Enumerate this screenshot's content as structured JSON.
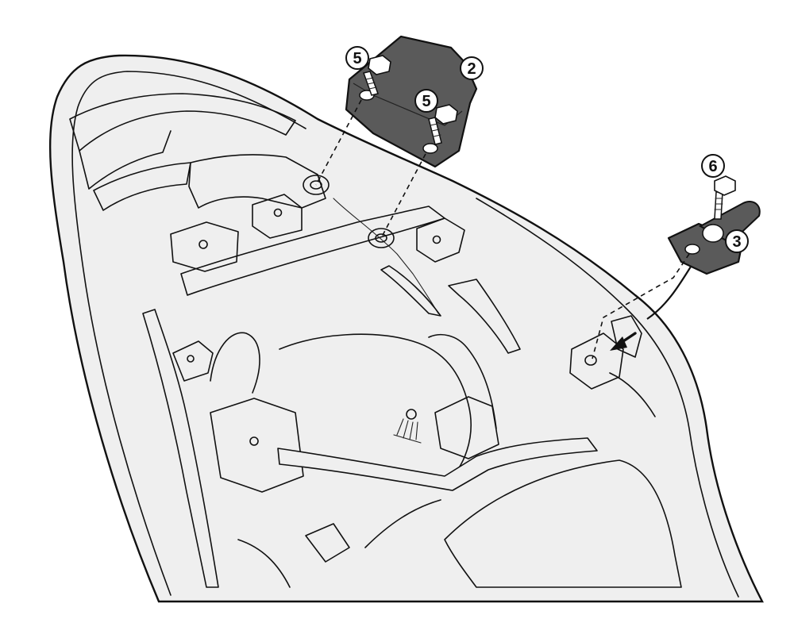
{
  "callouts": [
    {
      "id": "bolt-5-left",
      "label": "5"
    },
    {
      "id": "bracket-2",
      "label": "2"
    },
    {
      "id": "bolt-5-right",
      "label": "5"
    },
    {
      "id": "bolt-6",
      "label": "6"
    },
    {
      "id": "bracket-3",
      "label": "3"
    }
  ],
  "colors": {
    "seat_fill": "#efefef",
    "outline": "#111111",
    "bracket_fill": "#5a5a5a",
    "bolt_fill": "#ffffff"
  }
}
